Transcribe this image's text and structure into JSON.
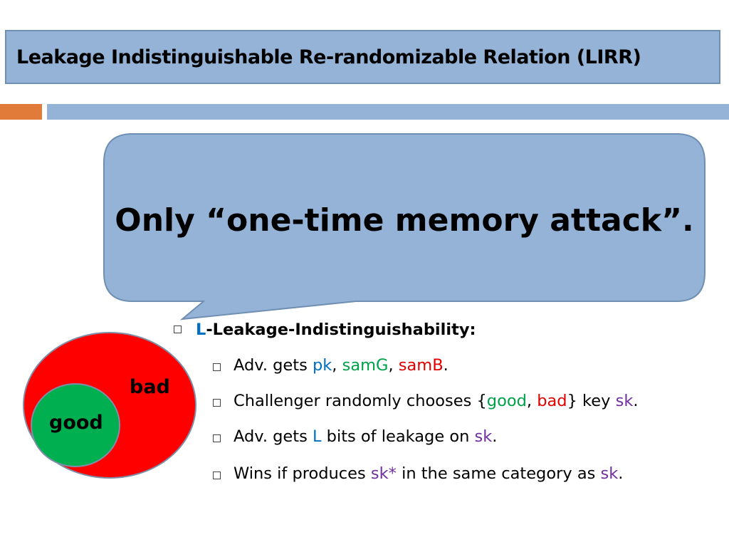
{
  "slide": {
    "title": "Leakage Indistinguishable Re-randomizable Relation (LIRR)",
    "partial_line": {
      "symbol": "0",
      "punct": "."
    },
    "callout": {
      "text": "Only “one-time memory attack”."
    },
    "venn": {
      "outer_label": "bad",
      "inner_label": "good"
    },
    "bullets": {
      "main": {
        "L": "L",
        "rest": "-Leakage-Indistinguishability:"
      },
      "b1": {
        "t1": "Adv. gets ",
        "pk": "pk",
        "c1": ", ",
        "samG": "samG",
        "c2": ", ",
        "samB": "samB",
        "end": "."
      },
      "b2": {
        "t1": "Challenger randomly chooses {",
        "good": "good",
        "c1": ", ",
        "bad": "bad",
        "t2": "} key ",
        "sk": "sk",
        "end": "."
      },
      "b3": {
        "t1": "Adv. gets ",
        "L": "L",
        "t2": " bits of leakage on ",
        "sk": "sk",
        "end": "."
      },
      "b4": {
        "t1": "Wins if produces ",
        "skstar": "sk*",
        "t2": " in the same category as ",
        "sk": "sk",
        "end": "."
      }
    },
    "colors": {
      "title_bg": "#95b3d7",
      "accent_orange": "#e07b39",
      "callout_fill": "#95b3d7",
      "venn_bad": "#ff0000",
      "venn_good": "#00b050",
      "text_blue": "#0070c0",
      "text_green": "#00a04a",
      "text_red": "#e00000",
      "text_purple": "#7030a0"
    }
  }
}
